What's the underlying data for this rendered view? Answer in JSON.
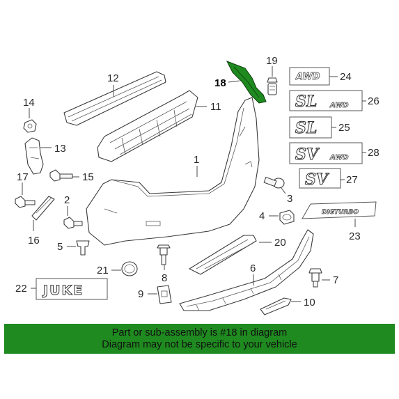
{
  "highlight_color": "#1f8a1f",
  "callouts": {
    "c1": "1",
    "c2": "2",
    "c3": "3",
    "c5": "5",
    "c6": "6",
    "c7": "7",
    "c8": "8",
    "c9": "9",
    "c10": "10",
    "c11": "11",
    "c12": "12",
    "c13": "13",
    "c14": "14",
    "c15": "15",
    "c16": "16",
    "c17": "17",
    "c18": "18",
    "c19": "19",
    "c20": "20",
    "c21": "21",
    "c22": "22",
    "c23": "23",
    "c24": "24",
    "c25": "25",
    "c26": "26",
    "c27": "27",
    "c28": "28",
    "c4": "4"
  },
  "badges": {
    "awd": "AWD",
    "sl": "SL",
    "sv": "SV",
    "awd_small": "AWD",
    "digturbo": "DIGTURBO",
    "juke": "JUKE"
  },
  "banner": {
    "line1": "Part or sub-assembly is #18 in diagram",
    "line2": "Diagram may not be specific to your vehicle"
  }
}
